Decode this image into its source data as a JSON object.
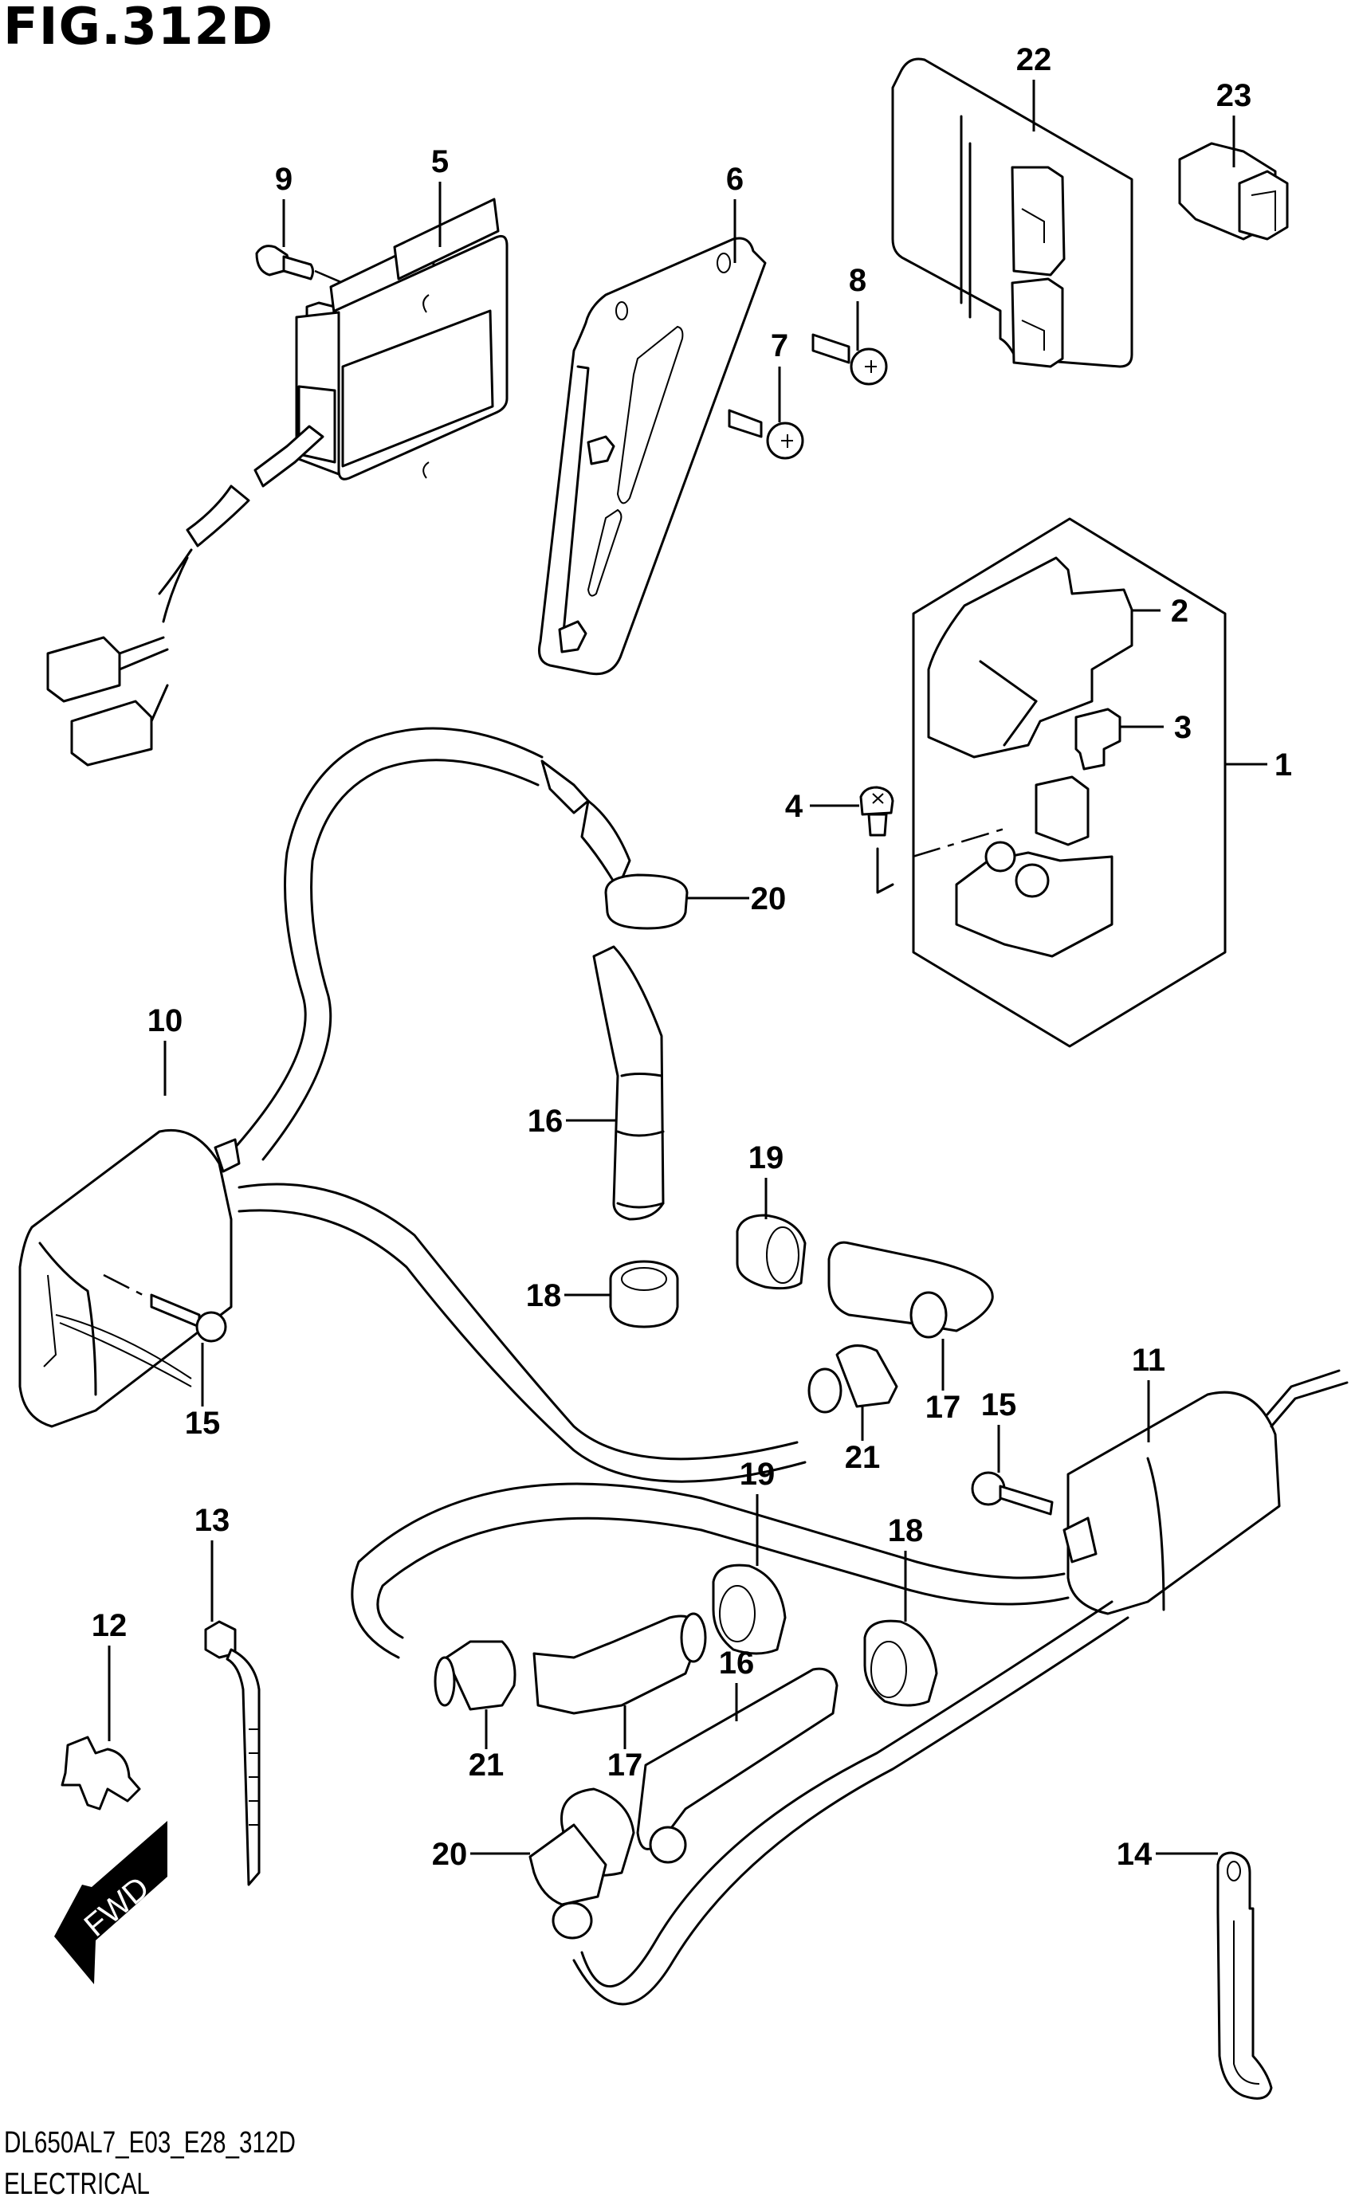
{
  "figure": {
    "title": "FIG.312D",
    "model_code": "DL650AL7_E03_E28_312D",
    "section_name": "ELECTRICAL"
  },
  "direction_marker": {
    "label": "FWD",
    "icon": "forward-arrow-icon"
  },
  "callouts": [
    {
      "id": "c22",
      "number": "22",
      "part": "ecm-unit"
    },
    {
      "id": "c23",
      "number": "23",
      "part": "connector"
    },
    {
      "id": "c9",
      "number": "9",
      "part": "bolt"
    },
    {
      "id": "c5",
      "number": "5",
      "part": "regulator-rectifier"
    },
    {
      "id": "c6",
      "number": "6",
      "part": "bracket"
    },
    {
      "id": "c8",
      "number": "8",
      "part": "screw"
    },
    {
      "id": "c7",
      "number": "7",
      "part": "screw"
    },
    {
      "id": "c2",
      "number": "2",
      "part": "relay-cover"
    },
    {
      "id": "c3",
      "number": "3",
      "part": "fuse"
    },
    {
      "id": "c1",
      "number": "1",
      "part": "starter-relay-assembly"
    },
    {
      "id": "c4",
      "number": "4",
      "part": "screw"
    },
    {
      "id": "c20a",
      "number": "20",
      "part": "plug-cap"
    },
    {
      "id": "c10",
      "number": "10",
      "part": "ignition-coil-front"
    },
    {
      "id": "c16a",
      "number": "16",
      "part": "plug-cap"
    },
    {
      "id": "c19a",
      "number": "19",
      "part": "seal"
    },
    {
      "id": "c18a",
      "number": "18",
      "part": "seal"
    },
    {
      "id": "c15a",
      "number": "15",
      "part": "bolt"
    },
    {
      "id": "c17a",
      "number": "17",
      "part": "plug-cap"
    },
    {
      "id": "c21a",
      "number": "21",
      "part": "seal"
    },
    {
      "id": "c11",
      "number": "11",
      "part": "ignition-coil-rear"
    },
    {
      "id": "c15b",
      "number": "15",
      "part": "bolt"
    },
    {
      "id": "c13",
      "number": "13",
      "part": "cable-tie"
    },
    {
      "id": "c19b",
      "number": "19",
      "part": "seal"
    },
    {
      "id": "c18b",
      "number": "18",
      "part": "seal"
    },
    {
      "id": "c12",
      "number": "12",
      "part": "clamp"
    },
    {
      "id": "c16b",
      "number": "16",
      "part": "plug-cap"
    },
    {
      "id": "c17b",
      "number": "17",
      "part": "plug-cap"
    },
    {
      "id": "c21b",
      "number": "21",
      "part": "seal"
    },
    {
      "id": "c20b",
      "number": "20",
      "part": "plug-cap"
    },
    {
      "id": "c14",
      "number": "14",
      "part": "clamp"
    }
  ]
}
